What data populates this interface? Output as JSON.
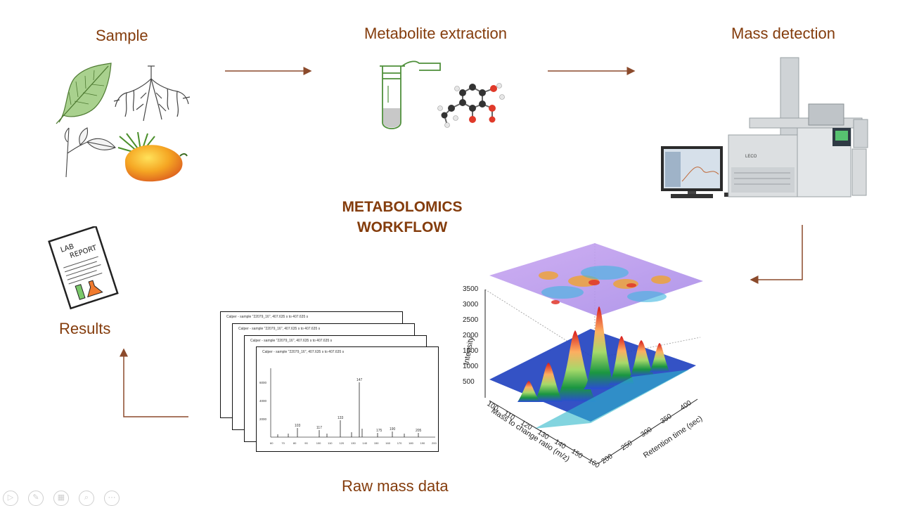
{
  "stages": {
    "sample": "Sample",
    "extraction": "Metabolite extraction",
    "detection": "Mass detection",
    "raw_data": "Raw mass data",
    "results": "Results"
  },
  "center_title": {
    "line1": "METABOLOMICS",
    "line2": "WORKFLOW"
  },
  "colors": {
    "accent": "#843c0c",
    "arrow": "#8b4a2b"
  },
  "spectrum": {
    "header": "Calper - sample \"22079_16\", 407.635 s to 407.635 s",
    "peak_labels": [
      "147",
      "133",
      "117",
      "103",
      "190",
      "175",
      "205"
    ],
    "x_ticks": [
      "60",
      "70",
      "80",
      "90",
      "100",
      "110",
      "120",
      "130",
      "140",
      "150",
      "160",
      "170",
      "180",
      "190",
      "200"
    ],
    "y_ticks": [
      "2000",
      "4000",
      "6000"
    ]
  },
  "plot3d": {
    "z_label": "Intensity",
    "x_label": "Mass to change ratio  (m/z)",
    "y_label": "Retention time (sec)",
    "z_ticks": [
      "3500",
      "3000",
      "2500",
      "2000",
      "1500",
      "1000",
      "500"
    ],
    "x_ticks": [
      "100",
      "110",
      "120",
      "130",
      "140",
      "150",
      "160"
    ],
    "y_ticks": [
      "400",
      "350",
      "300",
      "250",
      "200"
    ]
  },
  "instrument": {
    "brand": "LECO"
  },
  "report": {
    "line1": "LAB",
    "line2": "REPORT"
  },
  "icons": [
    "leaf-icon",
    "root-icon",
    "branch-icon",
    "mango-icon",
    "tube-icon",
    "molecule-icon",
    "instrument-icon",
    "report-icon"
  ]
}
